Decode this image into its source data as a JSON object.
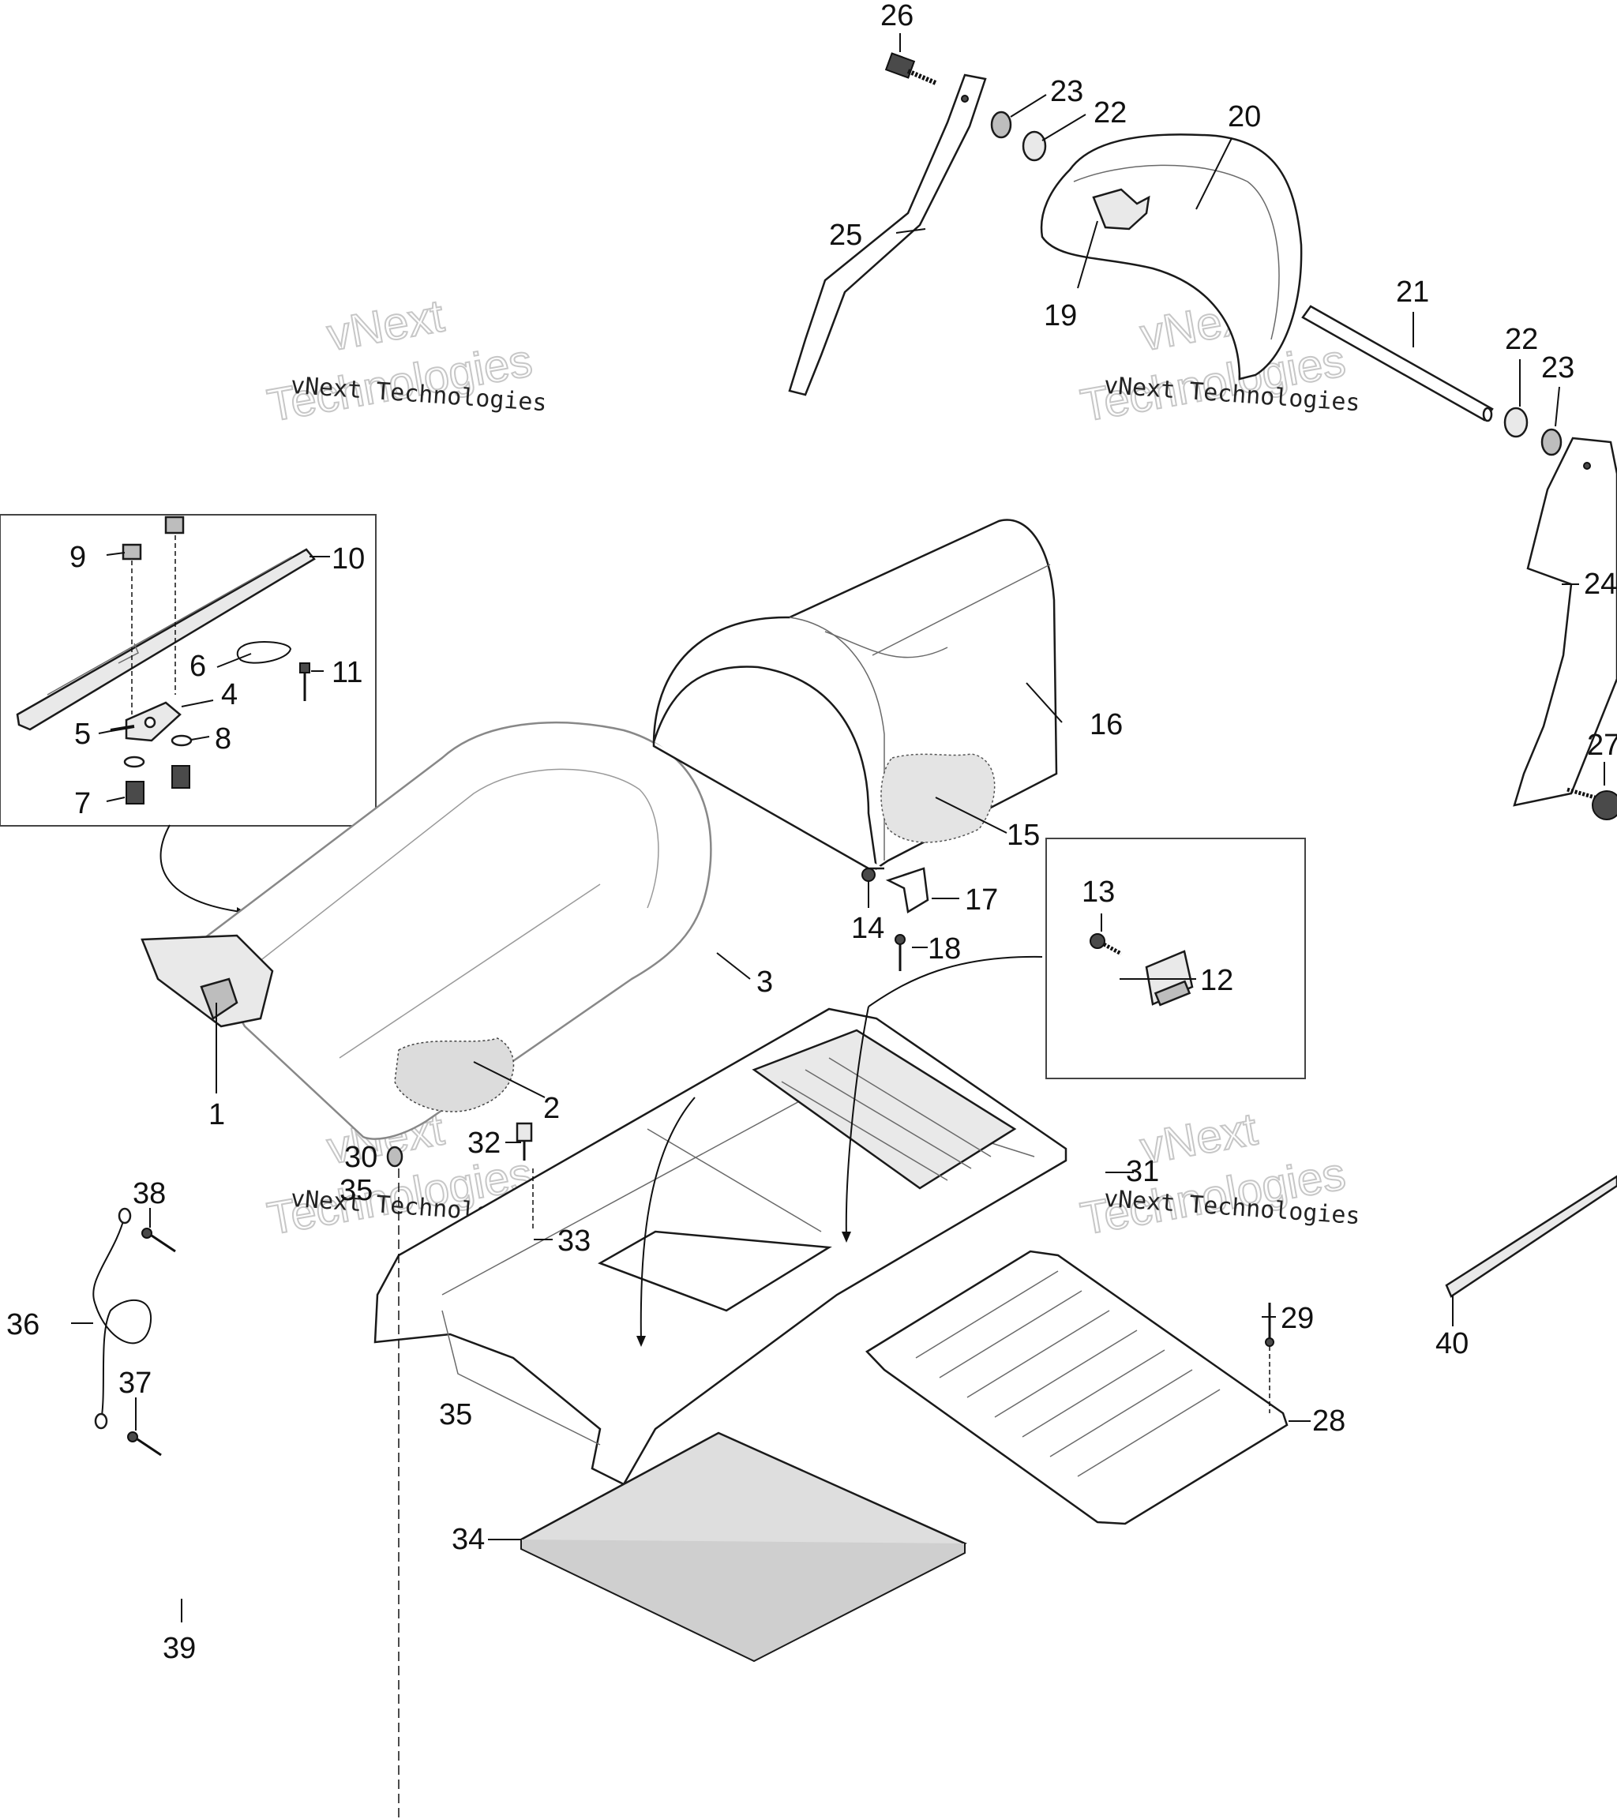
{
  "watermarks": [
    {
      "small": "vNext Technologies",
      "big1": "vNext",
      "big2": "Technologies"
    },
    {
      "small": "vNext Technologies",
      "big1": "vNext",
      "big2": "Technologies"
    },
    {
      "small": "vNext Technologies",
      "big1": "vNext",
      "big2": "Technologies"
    },
    {
      "small": "vNext Technologies",
      "big1": "vNext",
      "big2": "Technologies"
    }
  ],
  "callouts": {
    "c1": "1",
    "c2": "2",
    "c3": "3",
    "c4": "4",
    "c5": "5",
    "c6": "6",
    "c7": "7",
    "c8": "8",
    "c9": "9",
    "c10": "10",
    "c11": "11",
    "c12": "12",
    "c13": "13",
    "c14": "14",
    "c15": "15",
    "c16": "16",
    "c17": "17",
    "c18": "18",
    "c19": "19",
    "c20": "20",
    "c21": "21",
    "c22a": "22",
    "c22b": "22",
    "c23a": "23",
    "c23b": "23",
    "c24": "24",
    "c25": "25",
    "c26": "26",
    "c27": "27",
    "c28": "28",
    "c29": "29",
    "c30": "30",
    "c31": "31",
    "c32": "32",
    "c33": "33",
    "c34": "34",
    "c35a": "35",
    "c35b": "35",
    "c36": "36",
    "c37": "37",
    "c38": "38",
    "c39": "39",
    "c40": "40"
  }
}
